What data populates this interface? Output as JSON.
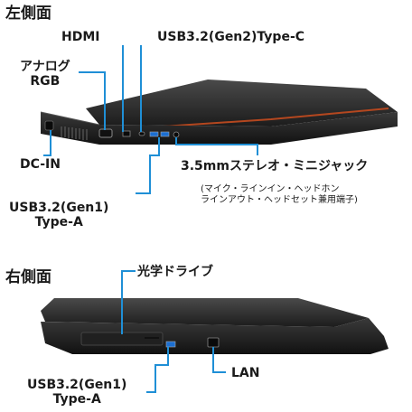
{
  "left_side": {
    "heading": "左側面",
    "ports": {
      "hdmi": "HDMI",
      "usb_c": "USB3.2(Gen2)Type-C",
      "analog_rgb": "アナログ\nRGB",
      "dc_in": "DC-IN",
      "audio_jack": "3.5mmステレオ・ミニジャック",
      "audio_jack_note": "(マイク・ラインイン・ヘッドホン\nラインアウト・ヘッドセット兼用端子)",
      "usb_a": "USB3.2(Gen1)\nType-A"
    }
  },
  "right_side": {
    "heading": "右側面",
    "ports": {
      "optical_drive": "光学ドライブ",
      "usb_a": "USB3.2(Gen1)\nType-A",
      "lan": "LAN"
    }
  },
  "colors": {
    "callout_line": "#1f8fd6",
    "chassis": "#2b2b2b",
    "accent_stripe": "#b4471f"
  }
}
